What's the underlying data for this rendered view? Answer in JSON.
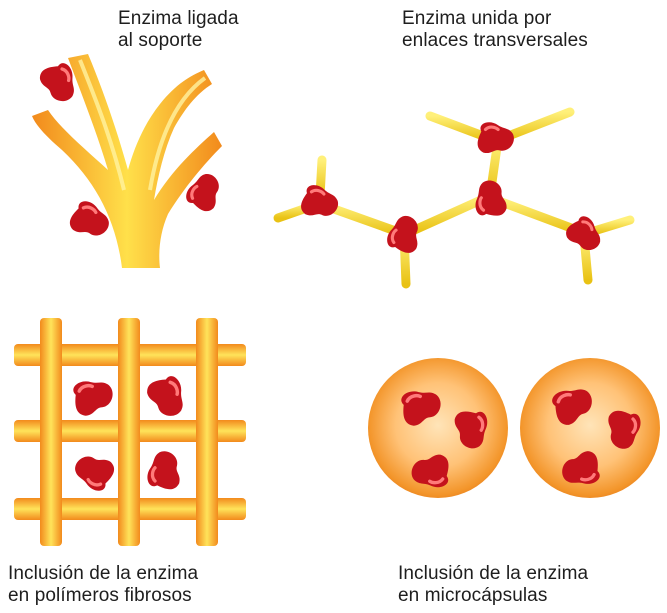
{
  "panels": {
    "bound_to_support": {
      "caption_line1": "Enzima ligada",
      "caption_line2": "al soporte"
    },
    "crosslinked": {
      "caption_line1": "Enzima unida por",
      "caption_line2": "enlaces transversales"
    },
    "fibrous_polymers": {
      "caption_line1": "Inclusión de la enzima",
      "caption_line2": "en polímeros fibrosos"
    },
    "microcapsules": {
      "caption_line1": "Inclusión de la enzima",
      "caption_line2": "en microcápsulas"
    }
  },
  "colors": {
    "enzyme": "#c4121c",
    "enzyme_highlight": "#ff6b6b",
    "support_yellow": "#ffe04a",
    "support_orange": "#f28a1c",
    "crosslink_yellow": "#f3d11b",
    "capsule_orange": "#f39a2c",
    "capsule_center": "#ffe0b0"
  }
}
